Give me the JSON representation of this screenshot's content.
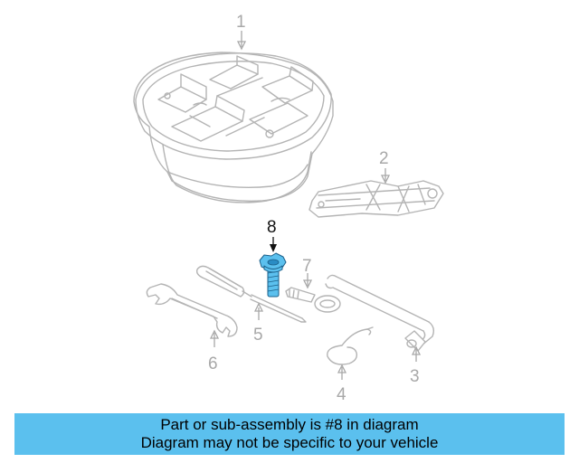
{
  "callouts": {
    "part_1": "1",
    "part_2": "2",
    "part_3": "3",
    "part_4": "4",
    "part_5": "5",
    "part_6": "6",
    "part_7": "7",
    "part_8": "8"
  },
  "highlighted_part": "8",
  "colors": {
    "highlight": "#5bc0ee",
    "banner": "#5bc0ee",
    "line_art": "#b4b4b4"
  },
  "banner": {
    "line1": "Part or sub-assembly is #8 in diagram",
    "line2": "Diagram may not be specific to your vehicle"
  }
}
